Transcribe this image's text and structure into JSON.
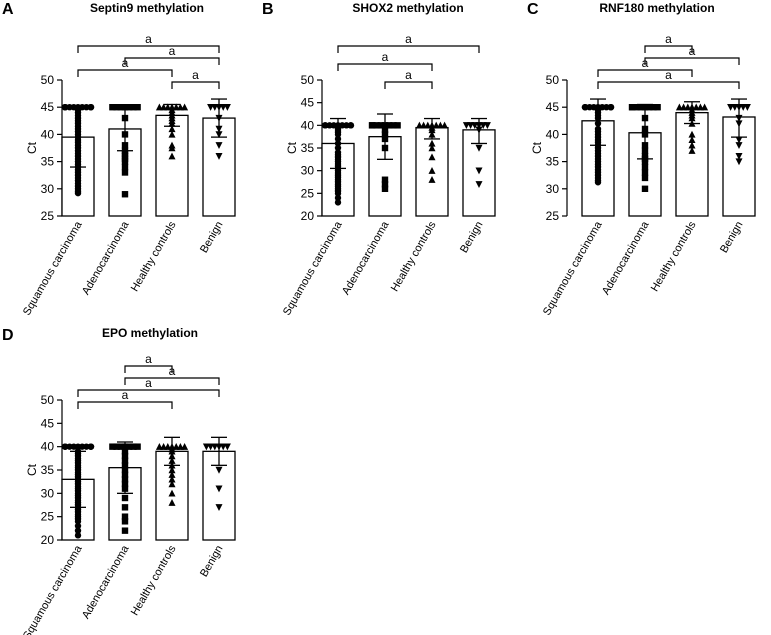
{
  "chart_data": [
    {
      "panel": "A",
      "type": "bar",
      "title": "Septin9 methylation",
      "ylabel": "Ct",
      "xlabel": "",
      "ylim": [
        25,
        50
      ],
      "yticks": [
        25,
        30,
        35,
        40,
        45,
        50
      ],
      "categories": [
        "Squamous carcinoma",
        "Adenocarcinoma",
        "Healthy controls",
        "Benign"
      ],
      "markers": [
        "circle",
        "square",
        "triangle-up",
        "triangle-down"
      ],
      "values": [
        39.5,
        41.0,
        43.5,
        43.0
      ],
      "error_upper": [
        45.0,
        45.0,
        45.5,
        46.5
      ],
      "error_lower": [
        34.0,
        37.0,
        41.5,
        39.5
      ],
      "points": [
        [
          45,
          45,
          45,
          45,
          45,
          45,
          45,
          45,
          45,
          45,
          45,
          45,
          44.5,
          44,
          43.5,
          43,
          42.5,
          42,
          41.5,
          41,
          40.5,
          40,
          39.5,
          39,
          38.5,
          38,
          37.5,
          37,
          36.5,
          36,
          35.5,
          35,
          34.5,
          34,
          33.5,
          33,
          32.5,
          32,
          31.5,
          31,
          30.5,
          30,
          29.5,
          29.2
        ],
        [
          45,
          45,
          45,
          45,
          45,
          45,
          45,
          43,
          40,
          38,
          37,
          36.5,
          36,
          35.5,
          35,
          34,
          33,
          29
        ],
        [
          45,
          45,
          45,
          45,
          45,
          45,
          45,
          44.5,
          44,
          43.5,
          43,
          42.5,
          42,
          41,
          40,
          38,
          37.5,
          36
        ],
        [
          45,
          45,
          45,
          45,
          45,
          43,
          41,
          40,
          38,
          36
        ]
      ],
      "comparisons": [
        {
          "from": 0,
          "to": 3,
          "label": "a"
        },
        {
          "from": 1,
          "to": 3,
          "label": "a"
        },
        {
          "from": 0,
          "to": 2,
          "label": "a"
        },
        {
          "from": 2,
          "to": 3,
          "label": "a"
        }
      ]
    },
    {
      "panel": "B",
      "type": "bar",
      "title": "SHOX2 methylation",
      "ylabel": "Ct",
      "xlabel": "",
      "ylim": [
        20,
        50
      ],
      "yticks": [
        20,
        25,
        30,
        35,
        40,
        45,
        50
      ],
      "categories": [
        "Squamous carcinoma",
        "Adenocarcinoma",
        "Healthy controls",
        "Benign"
      ],
      "markers": [
        "circle",
        "square",
        "triangle-up",
        "triangle-down"
      ],
      "values": [
        36.0,
        37.5,
        39.5,
        39.0
      ],
      "error_upper": [
        41.5,
        42.5,
        41.5,
        41.5
      ],
      "error_lower": [
        30.5,
        32.5,
        37.0,
        36.0
      ],
      "points": [
        [
          40,
          40,
          40,
          40,
          40,
          40,
          40,
          40,
          40,
          39.5,
          39,
          38.5,
          38,
          37,
          36,
          35,
          34,
          33.5,
          33,
          32.5,
          32,
          31.5,
          31,
          30.5,
          30,
          29.5,
          29,
          28.5,
          28,
          27.5,
          27,
          26.5,
          26,
          25.5,
          25,
          24,
          23
        ],
        [
          40,
          40,
          40,
          40,
          40,
          40,
          40,
          40,
          39,
          38,
          37,
          35,
          28,
          27,
          26
        ],
        [
          40,
          40,
          40,
          40,
          40,
          40,
          40,
          39.5,
          39,
          38,
          36,
          35,
          33,
          30,
          28
        ],
        [
          40,
          40,
          40,
          40,
          40,
          40,
          39,
          35,
          30,
          27
        ]
      ],
      "comparisons": [
        {
          "from": 0,
          "to": 3,
          "label": "a"
        },
        {
          "from": 0,
          "to": 2,
          "label": "a"
        },
        {
          "from": 1,
          "to": 2,
          "label": "a"
        }
      ]
    },
    {
      "panel": "C",
      "type": "bar",
      "title": "RNF180 methylation",
      "ylabel": "Ct",
      "xlabel": "",
      "ylim": [
        25,
        50
      ],
      "yticks": [
        25,
        30,
        35,
        40,
        45,
        50
      ],
      "categories": [
        "Squamous carcinoma",
        "Adenocarcinoma",
        "Healthy controls",
        "Benign"
      ],
      "markers": [
        "circle",
        "square",
        "triangle-up",
        "triangle-down"
      ],
      "values": [
        42.5,
        40.3,
        44.0,
        43.2
      ],
      "error_upper": [
        46.5,
        45.5,
        46.0,
        46.5
      ],
      "error_lower": [
        38.0,
        35.5,
        42.0,
        39.5
      ],
      "points": [
        [
          45,
          45,
          45,
          45,
          45,
          45,
          45,
          45,
          45,
          45,
          45,
          44.5,
          44,
          43.5,
          43,
          42,
          41,
          40.5,
          40,
          39.5,
          39,
          38.5,
          38,
          37.5,
          37,
          36.5,
          36,
          35.5,
          35,
          34.5,
          34,
          33.5,
          33,
          32.5,
          32,
          31.5,
          31.2
        ],
        [
          45,
          45,
          45,
          45,
          45,
          45,
          45,
          45,
          43,
          41,
          40,
          38,
          37,
          36,
          35.5,
          35,
          34,
          33,
          32,
          30
        ],
        [
          45,
          45,
          45,
          45,
          45,
          45,
          45,
          44.5,
          44,
          43.5,
          43,
          42,
          40,
          39,
          38,
          37
        ],
        [
          45,
          45,
          45,
          45,
          45,
          43,
          42,
          39,
          38,
          36,
          35
        ]
      ],
      "comparisons": [
        {
          "from": 1,
          "to": 2,
          "label": "a"
        },
        {
          "from": 1,
          "to": 3,
          "label": "a"
        },
        {
          "from": 0,
          "to": 2,
          "label": "a"
        },
        {
          "from": 0,
          "to": 3,
          "label": "a"
        }
      ]
    },
    {
      "panel": "D",
      "type": "bar",
      "title": "EPO methylation",
      "ylabel": "Ct",
      "xlabel": "",
      "ylim": [
        20,
        50
      ],
      "yticks": [
        20,
        25,
        30,
        35,
        40,
        45,
        50
      ],
      "categories": [
        "Squamous carcinoma",
        "Adenocarcinoma",
        "Healthy controls",
        "Benign"
      ],
      "markers": [
        "circle",
        "square",
        "triangle-up",
        "triangle-down"
      ],
      "values": [
        33.0,
        35.5,
        39.0,
        39.0
      ],
      "error_upper": [
        39.0,
        41.0,
        42.0,
        42.0
      ],
      "error_lower": [
        27.0,
        30.0,
        36.0,
        36.0
      ],
      "points": [
        [
          40,
          40,
          40,
          40,
          40,
          40,
          40,
          40,
          40,
          40,
          40,
          39,
          38.5,
          38,
          37.5,
          37,
          36.5,
          36,
          35.5,
          35,
          34.5,
          34,
          33.5,
          33,
          32.5,
          32,
          31.5,
          31,
          30.5,
          30,
          29.5,
          29,
          28.5,
          28,
          27.5,
          27,
          26.5,
          26,
          25.5,
          25,
          24.5,
          24,
          23,
          22,
          21
        ],
        [
          40,
          40,
          40,
          40,
          40,
          40,
          40,
          39,
          38,
          37,
          36,
          35,
          34,
          33,
          32,
          31,
          29,
          27,
          25,
          24,
          22
        ],
        [
          40,
          40,
          40,
          40,
          40,
          40,
          40,
          39.5,
          39,
          38,
          37,
          36,
          35,
          34,
          33,
          32,
          30,
          28
        ],
        [
          40,
          40,
          40,
          40,
          40,
          40,
          35,
          31,
          27
        ]
      ],
      "comparisons": [
        {
          "from": 1,
          "to": 2,
          "label": "a"
        },
        {
          "from": 1,
          "to": 3,
          "label": "a"
        },
        {
          "from": 0,
          "to": 3,
          "label": "a"
        },
        {
          "from": 0,
          "to": 2,
          "label": "a"
        }
      ]
    }
  ]
}
